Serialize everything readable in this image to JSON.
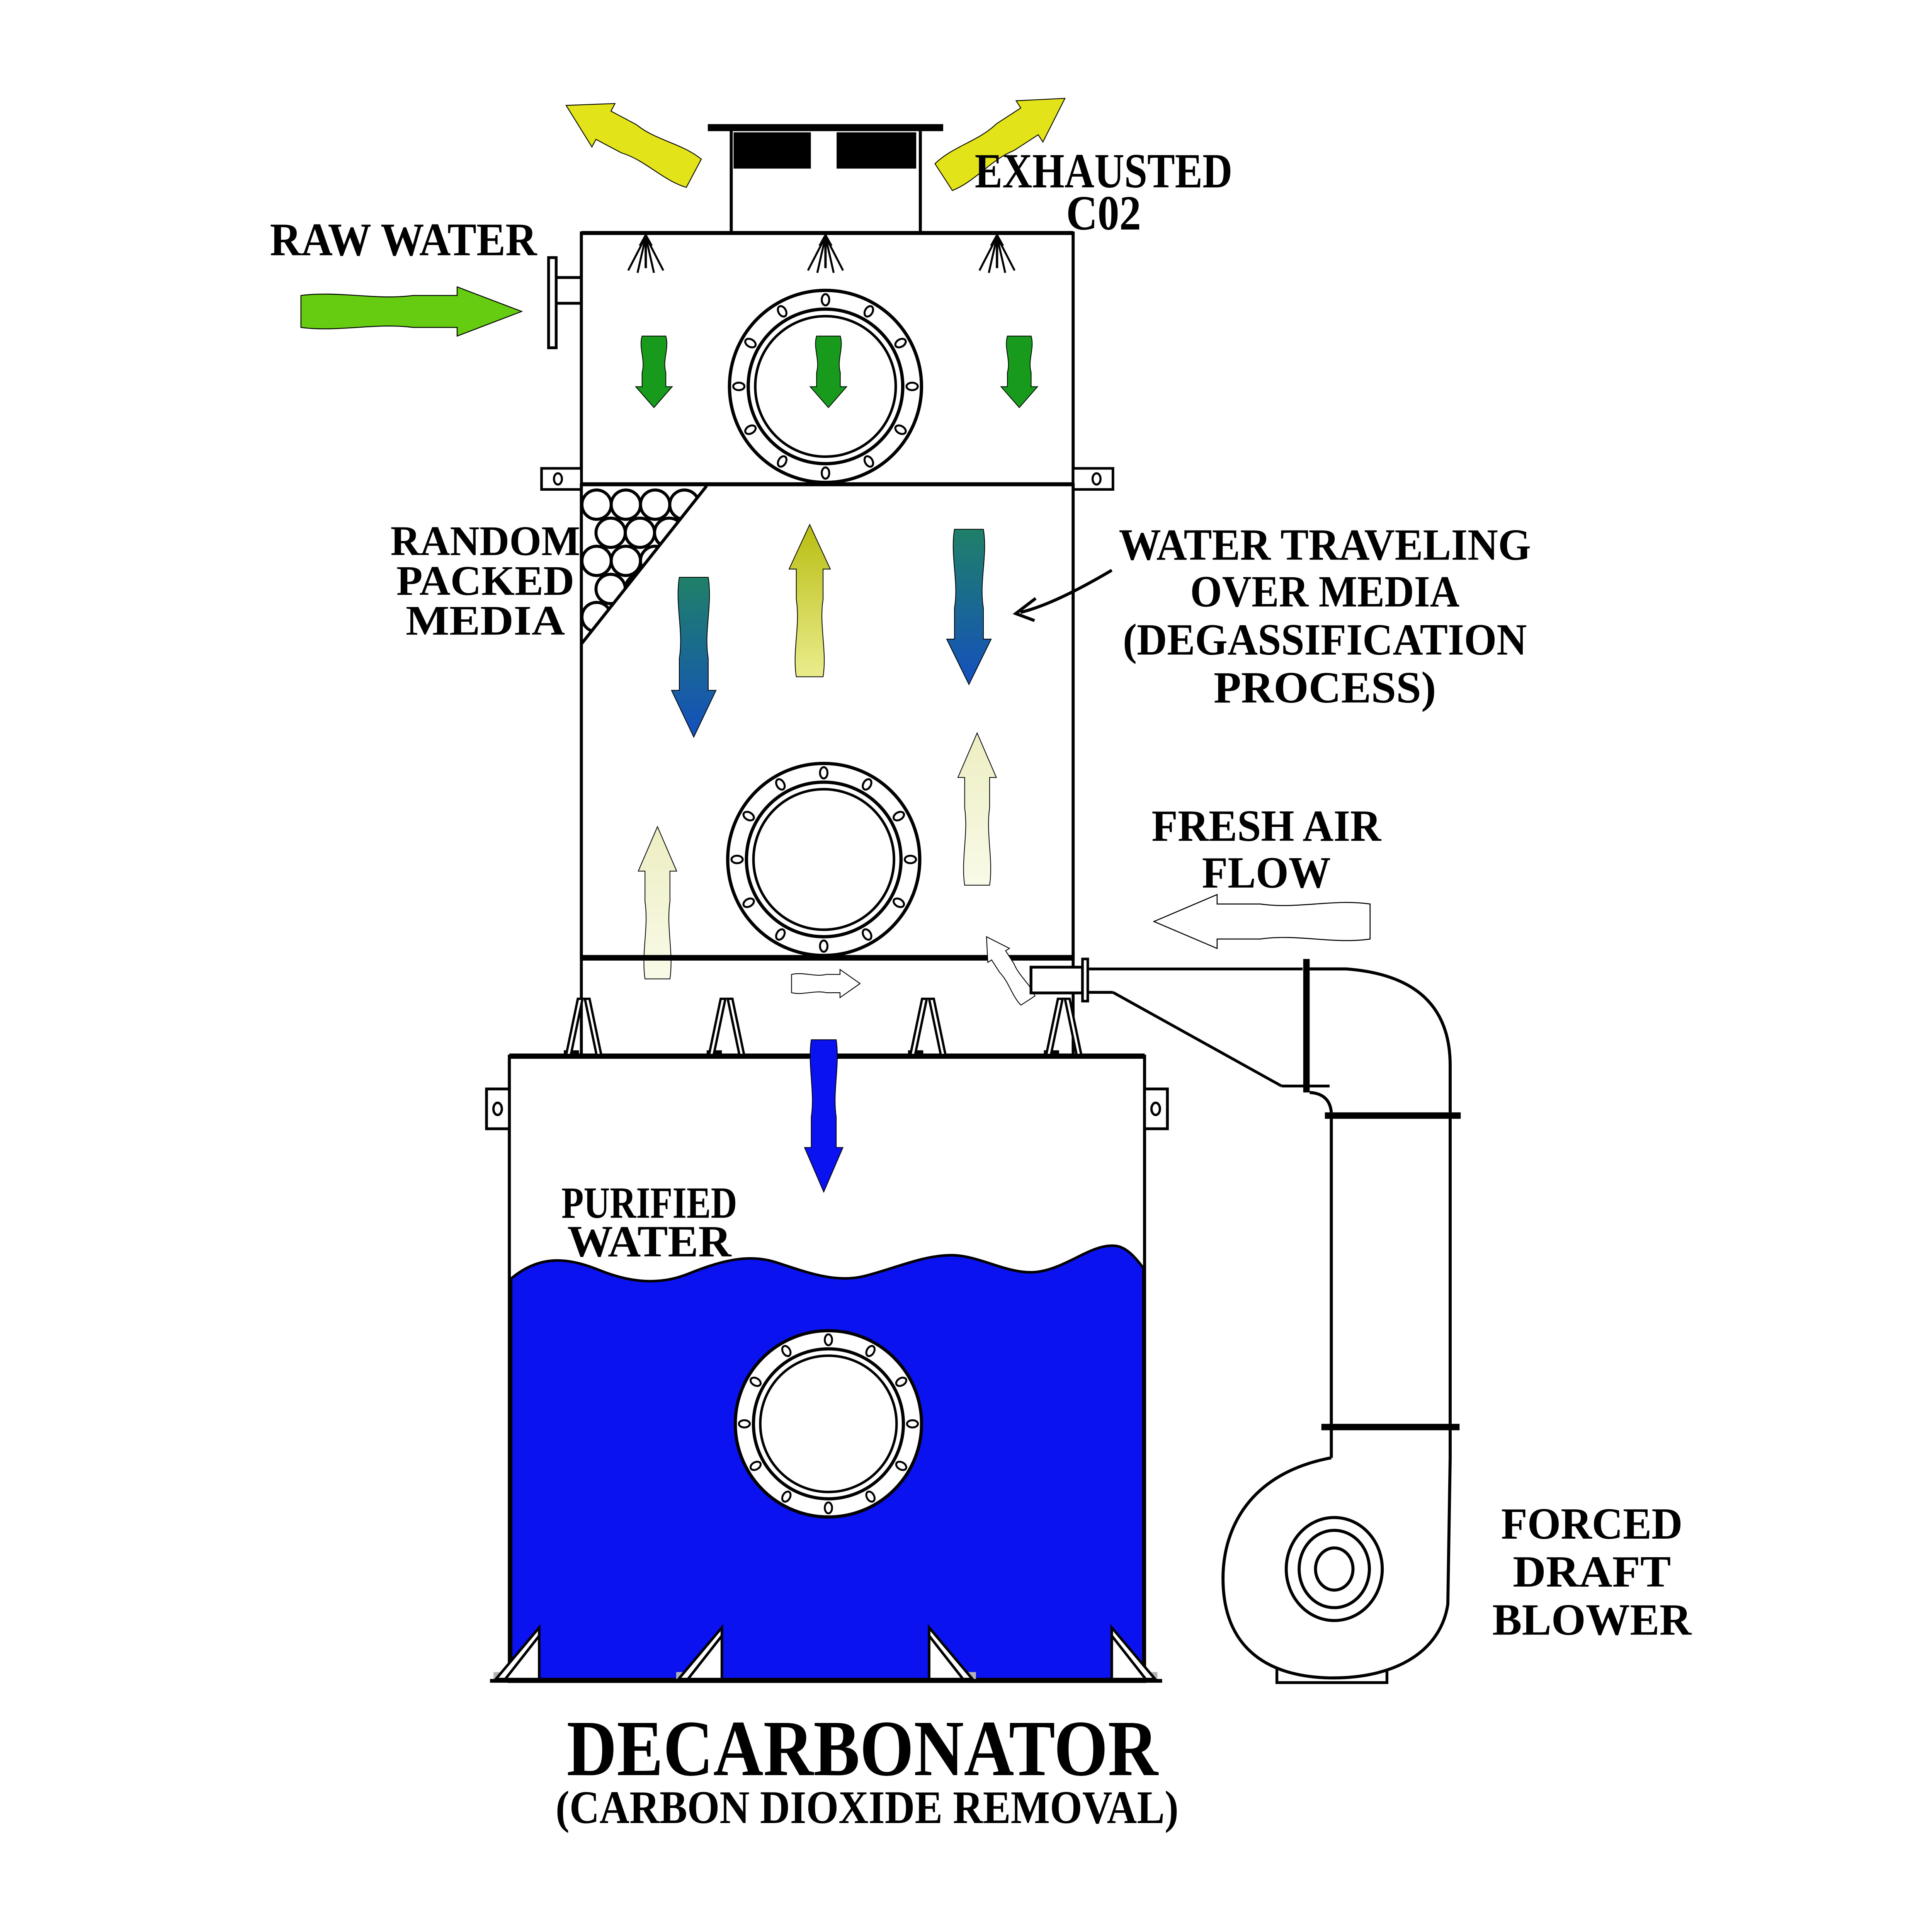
{
  "diagram": {
    "title": "DECARBONATOR",
    "subtitle": "(CARBON DIOXIDE REMOVAL)",
    "labels": {
      "exhausted_1": "EXHAUSTED",
      "exhausted_2": "C02",
      "raw_water": "RAW WATER",
      "packed_1": "RANDOM",
      "packed_2": "PACKED",
      "packed_3": "MEDIA",
      "traveling_1": "WATER TRAVELING",
      "traveling_2": "OVER MEDIA",
      "traveling_3": "(DEGASSIFICATION",
      "traveling_4": "PROCESS)",
      "fresh_1": "FRESH AIR",
      "fresh_2": "FLOW",
      "purified_1": "PURIFIED",
      "purified_2": "WATER",
      "blower_1": "FORCED",
      "blower_2": "DRAFT",
      "blower_3": "BLOWER"
    },
    "colors": {
      "raw_water_green": "#66CC11",
      "spray_green": "#189B1C",
      "exhaust_yellow": "#E2E319",
      "water_blue": "#0A12F0",
      "teal_top": "#1F8068",
      "blue_bottom": "#1450BE",
      "yellow_top": "#B9BE12",
      "yellow_bottom": "#EAEC8C",
      "cream_top": "#EDEEC2",
      "cream_bottom": "#F9FAE8",
      "white": "#FFFFFF",
      "outline": "#000000"
    }
  }
}
